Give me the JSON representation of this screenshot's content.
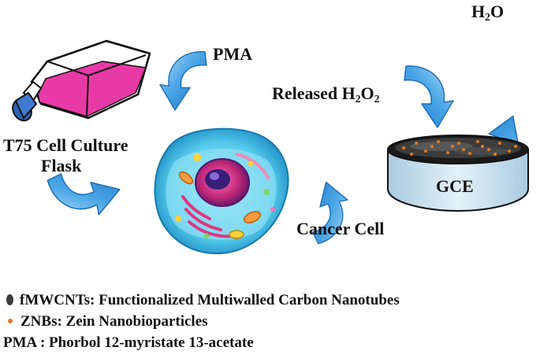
{
  "labels": {
    "h2o": "H",
    "h2o_sub": "2",
    "h2o_end": "O",
    "pma": "PMA",
    "released": "Released H",
    "released_sub1": "2",
    "released_mid": "O",
    "released_sub2": "2",
    "flask_line1": "T75 Cell Culture",
    "flask_line2": "Flask",
    "gce": "GCE",
    "cancer_cell": "Cancer Cell"
  },
  "legend": {
    "fmwcnt_key": "fMWCNTs:",
    "fmwcnt_desc": "Functionalized  Multiwalled Carbon Nanotubes",
    "znb_key": "ZNBs:",
    "znb_desc": "Zein Nanobioparticles",
    "pma_key": "PMA :",
    "pma_desc": "Phorbol 12-myristate 13-acetate"
  },
  "colors": {
    "arrow": "#2f8fd8",
    "flask_liquid": "#e83aa6",
    "flask_cap": "#2b63b5",
    "cell_outer": "#5fd3f0",
    "gce_body": "#cfe3ef",
    "cnt": "#3a3a3a",
    "znb": "#e07a22"
  },
  "icons": [
    "curved-arrow-icon",
    "t75-flask-icon",
    "cancer-cell-icon",
    "gce-electrode-icon"
  ]
}
